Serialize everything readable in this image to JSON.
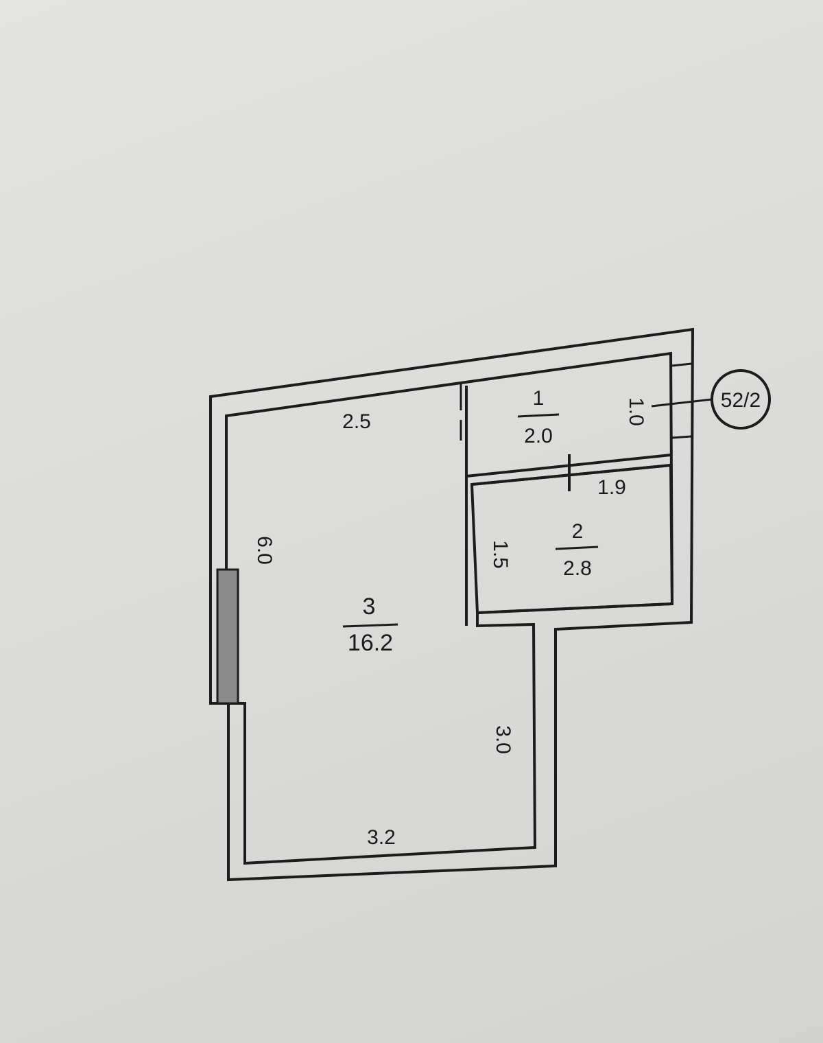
{
  "rooms": [
    {
      "number": "1",
      "area": "2.0"
    },
    {
      "number": "2",
      "area": "2.8"
    },
    {
      "number": "3",
      "area": "16.2"
    }
  ],
  "dimensions": {
    "room3_top": "2.5",
    "room3_left": "6.0",
    "room3_bottom": "3.2",
    "room3_right": "3.0",
    "room1_side": "1.0",
    "room2_top": "1.9",
    "room2_left": "1.5"
  },
  "apartment_tag": "52/2",
  "colors": {
    "background": "#dcdcda",
    "line": "#1c1c1c",
    "window": "#8a8a8a"
  }
}
